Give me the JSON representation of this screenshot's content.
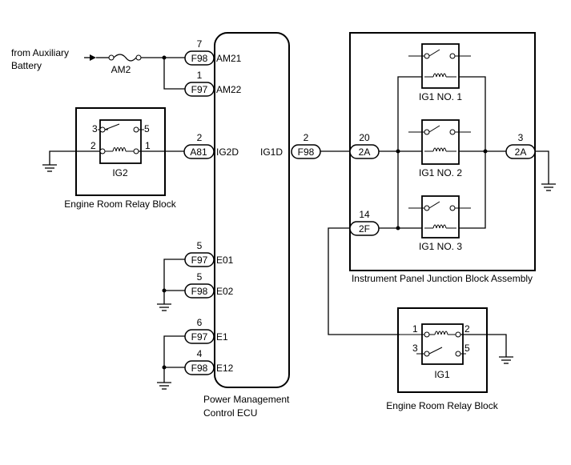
{
  "source": {
    "label_line1": "from Auxiliary",
    "label_line2": "Battery"
  },
  "fuse": {
    "label": "AM2"
  },
  "ecu": {
    "name_line1": "Power Management",
    "name_line2": "Control ECU",
    "pins": [
      {
        "id": "am21",
        "pin": "7",
        "connector": "F98",
        "terminal": "AM21"
      },
      {
        "id": "am22",
        "pin": "1",
        "connector": "F97",
        "terminal": "AM22"
      },
      {
        "id": "ig2d",
        "pin": "2",
        "connector": "A81",
        "terminal": "IG2D"
      },
      {
        "id": "ig1d",
        "pin": "2",
        "connector": "F98",
        "terminal": "IG1D"
      },
      {
        "id": "e01",
        "pin": "5",
        "connector": "F97",
        "terminal": "E01"
      },
      {
        "id": "e02",
        "pin": "5",
        "connector": "F98",
        "terminal": "E02"
      },
      {
        "id": "e1",
        "pin": "6",
        "connector": "F97",
        "terminal": "E1"
      },
      {
        "id": "e12",
        "pin": "4",
        "connector": "F98",
        "terminal": "E12"
      }
    ]
  },
  "relay_block_ig2": {
    "name": "Engine Room Relay Block",
    "relay": "IG2",
    "pins": {
      "p3": "3",
      "p5": "5",
      "p2": "2",
      "p1": "1"
    }
  },
  "junction_block": {
    "name": "Instrument Panel Junction Block Assembly",
    "relays": [
      "IG1 NO. 1",
      "IG1 NO. 2",
      "IG1 NO. 3"
    ],
    "connectors": [
      {
        "id": "in",
        "pin": "20",
        "connector": "2A"
      },
      {
        "id": "out",
        "pin": "3",
        "connector": "2A"
      },
      {
        "id": "ig1",
        "pin": "14",
        "connector": "2F"
      }
    ]
  },
  "relay_block_ig1": {
    "name": "Engine Room Relay Block",
    "relay": "IG1",
    "pins": {
      "p1": "1",
      "p2": "2",
      "p3": "3",
      "p5": "5"
    }
  }
}
